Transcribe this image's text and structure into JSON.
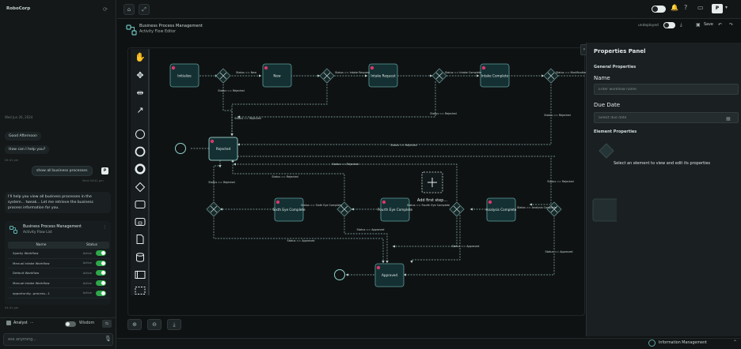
{
  "chat": {
    "brand": "RoboCorp",
    "date": "Wed Jun 26, 2024",
    "msg_greeting": "Good Afternoon",
    "msg_help": "How can I help you?",
    "msg_time1": "04:41 pm",
    "user_msg": "show all business processes",
    "user_time": "Sent 04:41 pm",
    "agent_long": "I'll help you view all business processes in the system... tweak... Let me retrieve the business process information for you.",
    "card": {
      "title": "Business Process Management",
      "subtitle": "Activity Flow List",
      "col_name": "Name",
      "col_status": "Status",
      "rows": [
        {
          "name": "Sparky Workflow",
          "status": "Active"
        },
        {
          "name": "Manual Intake Workflow",
          "status": "Active"
        },
        {
          "name": "Default Workflow",
          "status": "Active"
        },
        {
          "name": "Manual Intake Workflow",
          "status": "Active"
        },
        {
          "name": "opportunity...process...1",
          "status": "Active"
        }
      ]
    },
    "card_time": "04:41 pm",
    "agent_label": "Analyst",
    "wisdom_label": "Wisdom",
    "ask_placeholder": "Ask anything..."
  },
  "header": {
    "title": "Business Process Management",
    "subtitle": "Activity Flow Editor",
    "undeployed": "undeployed",
    "save": "Save",
    "avatar": "P"
  },
  "flow": {
    "nodes": {
      "initialize": "Initialize",
      "new": "New",
      "intake_request": "Intake Request",
      "intake_complete": "Intake Complete",
      "rejected": "Rejected",
      "sixth_eye": "Sixth Eye Complete",
      "fourth_eye": "Fourth Eye Complete",
      "analysis": "Analysis Complete",
      "approved": "Approved",
      "add_first_step": "Add first step..."
    },
    "labels": {
      "e_new": "Status == New",
      "e_intake_req": "Status == Intake Request",
      "e_intake_comp": "Status == Intake Complete",
      "e_mod_trig": "Status == Modification Triggered",
      "e_rej1": "Status == Rejected",
      "e_rej2": "Status == Rejected",
      "e_rej3": "Status == Rejected",
      "e_rej4": "Status == Rejected",
      "e_rej5": "Status == Rejected",
      "e_rej6": "Status == Rejected",
      "e_rej7": "Status == Rejected",
      "e_rej8": "Status == Rejected",
      "e_rej9": "Status == Rejected",
      "e_sixth": "Status == Sixth Eye Complete",
      "e_fourth": "Status == Fourth Eye Complete",
      "e_analysis": "Status == Analysis Complete",
      "e_app1": "Status == Approved",
      "e_app2": "Status == Approved",
      "e_app3": "Status == Approved",
      "e_app4": "Status == Approved"
    }
  },
  "props": {
    "title": "Properties Panel",
    "general": "General Properties",
    "name_label": "Name",
    "name_placeholder": "Enter workflow name",
    "due_label": "Due Date",
    "due_placeholder": "Select due date",
    "element": "Element Properties",
    "hint": "Select an element to view and edit its properties"
  },
  "footer": {
    "info": "Information Management"
  }
}
